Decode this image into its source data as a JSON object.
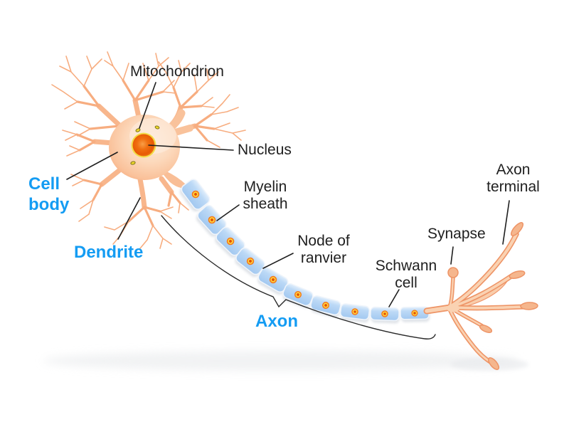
{
  "diagram": {
    "subject": "neuron",
    "labels": {
      "mitochondrion": "Mitochondrion",
      "nucleus": "Nucleus",
      "cell_body": "Cell body",
      "dendrite": "Dendrite",
      "myelin_sheath": "Myelin sheath",
      "node_of_ranvier": "Node of ranvier",
      "axon": "Axon",
      "schwann_cell": "Schwann cell",
      "synapse": "Synapse",
      "axon_terminal": "Axon terminal"
    },
    "colors": {
      "background": "#FFFFFF",
      "label_blue": "#149CF3",
      "label_black": "#1F1F1F",
      "leader_line": "#1F1F1F",
      "soma_salmon": "#F8B88E",
      "dendrite_salmon": "#F7AD80",
      "myelin_blue": "#A9CDF2",
      "myelin_highlight": "#DFEDFC",
      "schwann_nucleus_orange": "#F4791B",
      "schwann_nucleus_yellow": "#FFD93F",
      "nucleus_orange": "#EA6309",
      "nucleus_ring_yellow": "#F2DE49",
      "terminal_outline": "#EE9466",
      "terminal_fill": "#FAD2B2",
      "shadow_gray": "#E8EAEC"
    }
  }
}
